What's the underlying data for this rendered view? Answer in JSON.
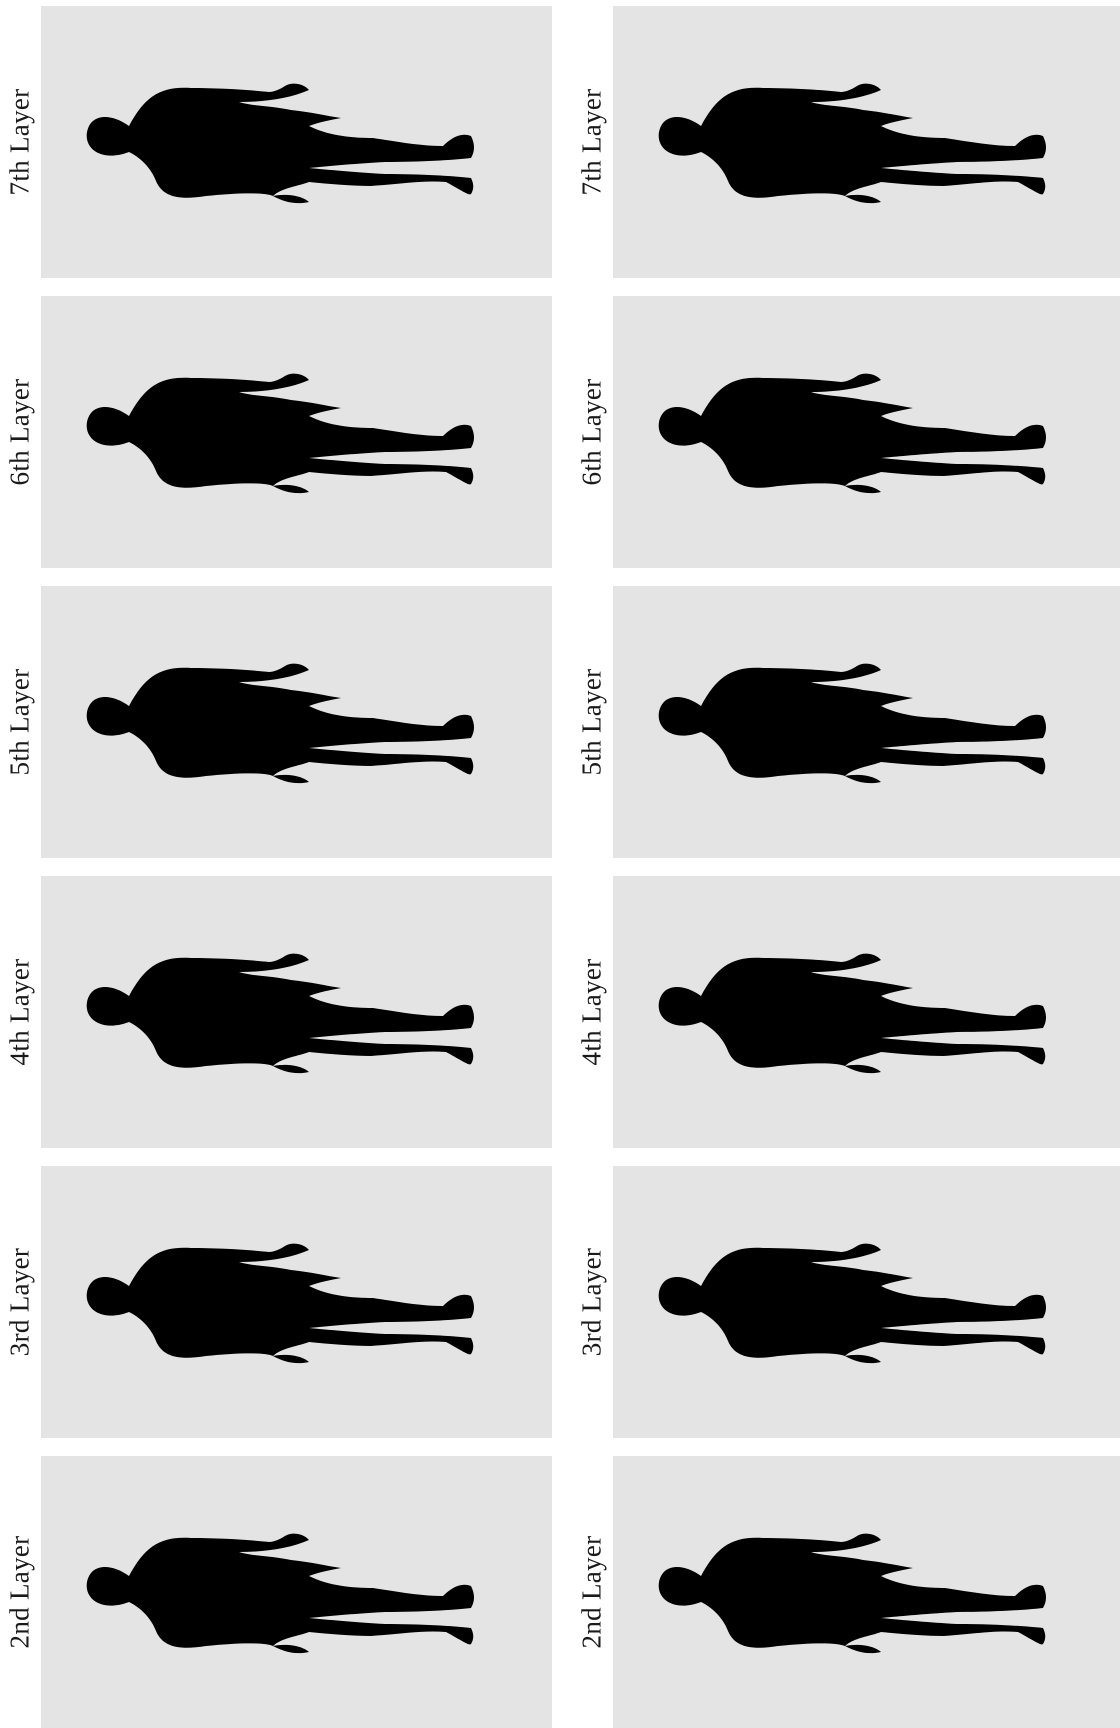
{
  "columns": [
    {
      "panels": [
        {
          "label": "7th Layer"
        },
        {
          "label": "6th Layer"
        },
        {
          "label": "5th Layer"
        },
        {
          "label": "4th Layer"
        },
        {
          "label": "3rd Layer"
        },
        {
          "label": "2nd Layer"
        }
      ]
    },
    {
      "panels": [
        {
          "label": "7th Layer"
        },
        {
          "label": "6th Layer"
        },
        {
          "label": "5th Layer"
        },
        {
          "label": "4th Layer"
        },
        {
          "label": "3rd Layer"
        },
        {
          "label": "2nd Layer"
        }
      ]
    }
  ],
  "colors": {
    "page_background": "#ffffff",
    "panel_background": "#e4e4e4",
    "outline": "#111111",
    "body_fill": "#ffffff",
    "label_text": "#1a1a1a"
  },
  "icons": {
    "figure": "body-outline-icon"
  }
}
